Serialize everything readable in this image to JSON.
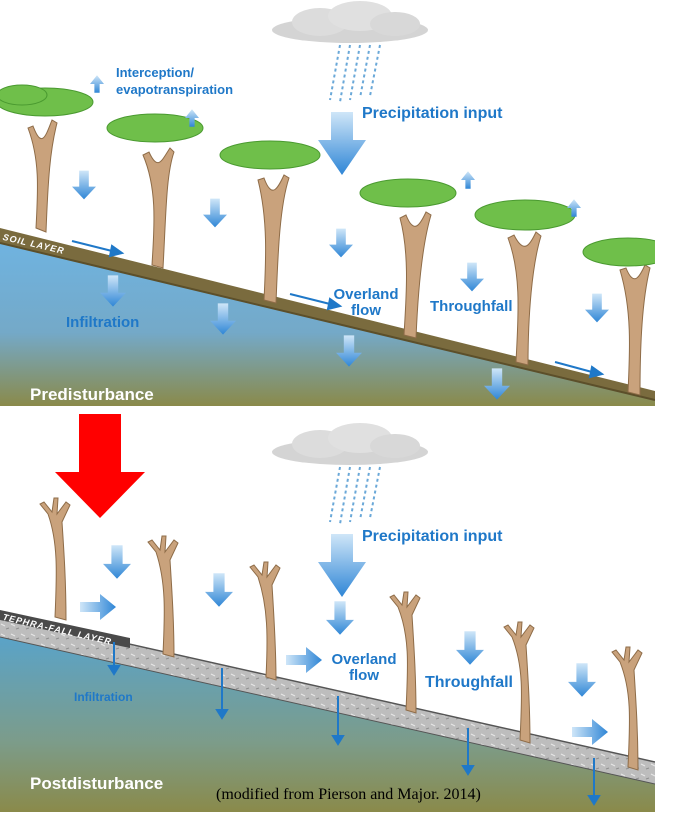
{
  "top_panel": {
    "stage_label": "Predisturbance",
    "layer_label": "SOIL LAYER",
    "labels": {
      "interception": "Interception/\nevapotranspiration",
      "precipitation": "Precipitation input",
      "overland": "Overland\nflow",
      "throughfall": "Throughfall",
      "infiltration": "Infiltration"
    }
  },
  "bottom_panel": {
    "stage_label": "Postdisturbance",
    "layer_label": "TEPHRA-FALL LAYER",
    "labels": {
      "precipitation": "Precipitation input",
      "overland": "Overland\nflow",
      "throughfall": "Throughfall",
      "infiltration": "Infiltration"
    }
  },
  "caption": "(modified from Pierson and Major. 2014)",
  "colors": {
    "label_blue": "#1f78c8",
    "arrow_blue": "#3a8fdc",
    "sky_arrow": "#58a8e8",
    "transition_arrow": "#ff0000",
    "trunk": "#c9a27c",
    "canopy": "#6fbf4a",
    "soil_top": "#6fb3e0",
    "soil_bottom": "#8a8a4a",
    "tephra": "#b9b9b9"
  }
}
